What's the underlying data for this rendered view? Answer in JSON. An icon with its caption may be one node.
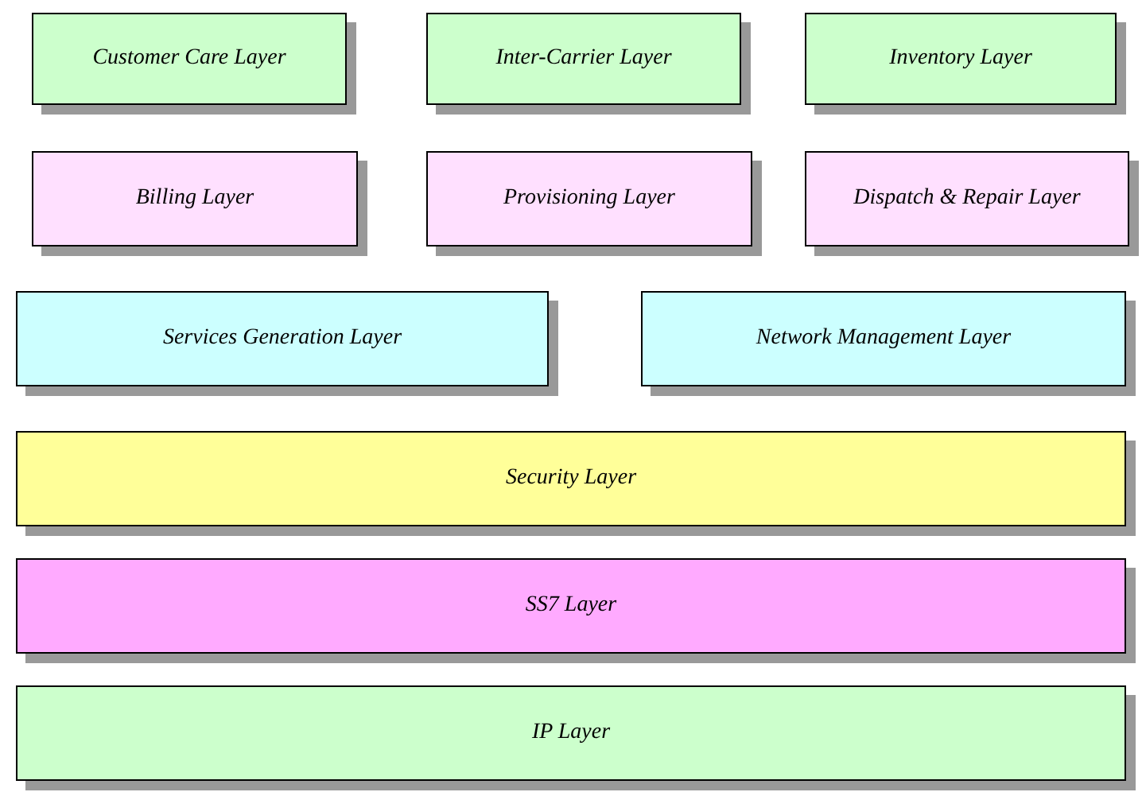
{
  "diagram": {
    "nodes": [
      {
        "text": [
          "Customer Care Layer"
        ]
      },
      {
        "text": [
          "Inter-Carrier Layer"
        ]
      },
      {
        "text": [
          "Inventory Layer"
        ]
      },
      {
        "text": [
          "Billing Layer"
        ]
      },
      {
        "text": [
          "Provisioning Layer"
        ]
      },
      {
        "text": [
          "Dispatch & Repair Layer"
        ]
      },
      {
        "text": [
          "Services Generation Layer"
        ]
      },
      {
        "text": [
          "Network Management Layer"
        ]
      },
      {
        "text": [
          "Security Layer"
        ]
      },
      {
        "text": [
          "SS7 Layer"
        ]
      },
      {
        "text": [
          "IP Layer"
        ]
      }
    ]
  }
}
